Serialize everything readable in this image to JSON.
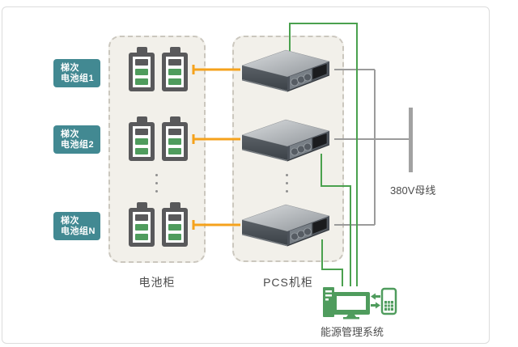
{
  "colors": {
    "teal": "#428992",
    "orange": "#f5a21c",
    "wire-green": "#4aa14e",
    "wire-gray": "#9b9b9b",
    "busbar-gray": "#a2a2a2",
    "battery-dark": "#59595b",
    "battery-green": "#4f9c5d",
    "ems-green": "#4f9c5d",
    "cabinet-fill": "#f2f0ea",
    "cabinet-border": "#cbc7be",
    "text": "#4c4c4c"
  },
  "battery_groups": [
    {
      "line1": "梯次",
      "line2": "电池组1"
    },
    {
      "line1": "梯次",
      "line2": "电池组2"
    },
    {
      "line1": "梯次",
      "line2": "电池组N"
    }
  ],
  "labels": {
    "battery_cabinet": "电池柜",
    "pcs_cabinet": "PCS机柜",
    "busbar": "380V母线",
    "ems": "能源管理系统"
  },
  "icons": {
    "battery": "battery-icon",
    "pcs_unit": "pcs-converter-icon",
    "busbar": "busbar-bar",
    "computer": "desktop-computer-icon",
    "phone": "mobile-phone-icon",
    "arrows": "data-exchange-arrows-icon",
    "ellipsis": "vertical-ellipsis-dots"
  }
}
